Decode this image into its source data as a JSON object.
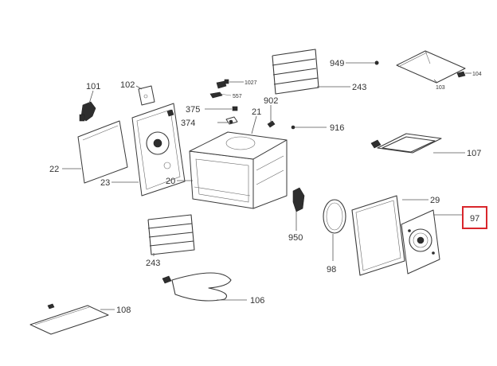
{
  "diagram": {
    "highlight_color": "#d9262c",
    "line_color": "#3a3a3a",
    "labels": {
      "p101": "101",
      "p102": "102",
      "p1027": "1027",
      "p557": "557",
      "p375": "375",
      "p374": "374",
      "p21": "21",
      "p902": "902",
      "p949": "949",
      "p243a": "243",
      "p104": "104",
      "p103": "103",
      "p916": "916",
      "p107": "107",
      "p22": "22",
      "p23": "23",
      "p20": "20",
      "p29": "29",
      "p97": "97",
      "p950": "950",
      "p98": "98",
      "p243b": "243",
      "p106": "106",
      "p108": "108"
    }
  }
}
